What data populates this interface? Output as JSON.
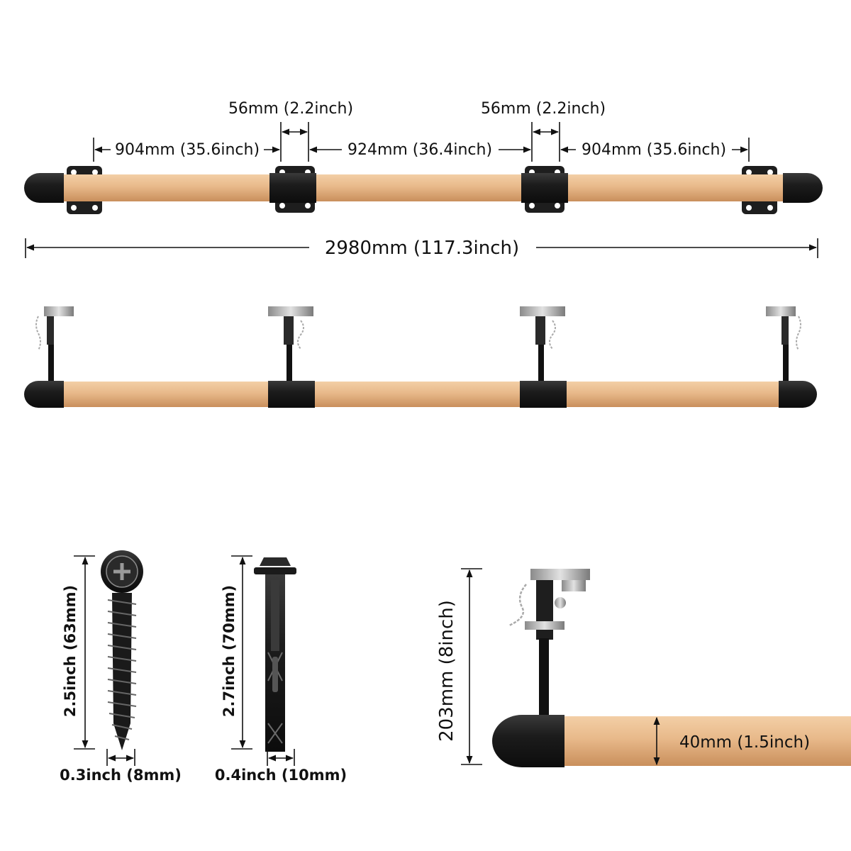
{
  "top_view": {
    "gap_left": "56mm (2.2inch)",
    "gap_right": "56mm (2.2inch)",
    "span_left": "904mm (35.6inch)",
    "span_middle": "924mm (36.4inch)",
    "span_right": "904mm (35.6inch)",
    "total_length": "2980mm (117.3inch)"
  },
  "hardware": {
    "wood_screw_length": "2.5inch (63mm)",
    "wood_screw_diameter": "0.3inch (8mm)",
    "anchor_bolt_length": "2.7inch (70mm)",
    "anchor_bolt_diameter": "0.4inch (10mm)"
  },
  "detail_view": {
    "bracket_height": "203mm (8inch)",
    "rail_diameter": "40mm (1.5inch)"
  },
  "colors": {
    "wood": "#e8b98a",
    "metal": "#1a1a1a",
    "steel": "#b8b8b8"
  }
}
